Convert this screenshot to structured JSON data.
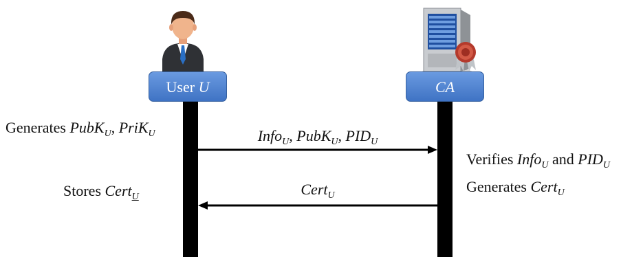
{
  "actors": {
    "user": {
      "label_plain": "User ",
      "label_var": "U"
    },
    "ca": {
      "label_var": "CA"
    }
  },
  "notes": {
    "user_generate": {
      "prefix": "Generates ",
      "v1": "PubK",
      "s1": "U",
      "sep": ", ",
      "v2": "PriK",
      "s2": "U"
    },
    "user_store": {
      "prefix": "Stores ",
      "v1": "Cert",
      "s1": "U"
    },
    "ca_verify": {
      "prefix": "Verifies ",
      "v1": "Info",
      "s1": "U",
      "mid": " and ",
      "v2": "PID",
      "s2": "U"
    },
    "ca_generate": {
      "prefix": "Generates ",
      "v1": "Cert",
      "s1": "U"
    }
  },
  "messages": {
    "request": {
      "v1": "Info",
      "s1": "U",
      "sep1": ", ",
      "v2": "PubK",
      "s2": "U",
      "sep2": ", ",
      "v3": "PID",
      "s3": "U",
      "direction": "user-to-ca"
    },
    "response": {
      "v1": "Cert",
      "s1": "U",
      "direction": "ca-to-user"
    }
  },
  "icons": {
    "user": "businessman-icon",
    "ca": "server-certificate-icon"
  },
  "colors": {
    "actor_box": "#4a7fd0",
    "lifeline": "#000000",
    "arrow": "#000000"
  }
}
